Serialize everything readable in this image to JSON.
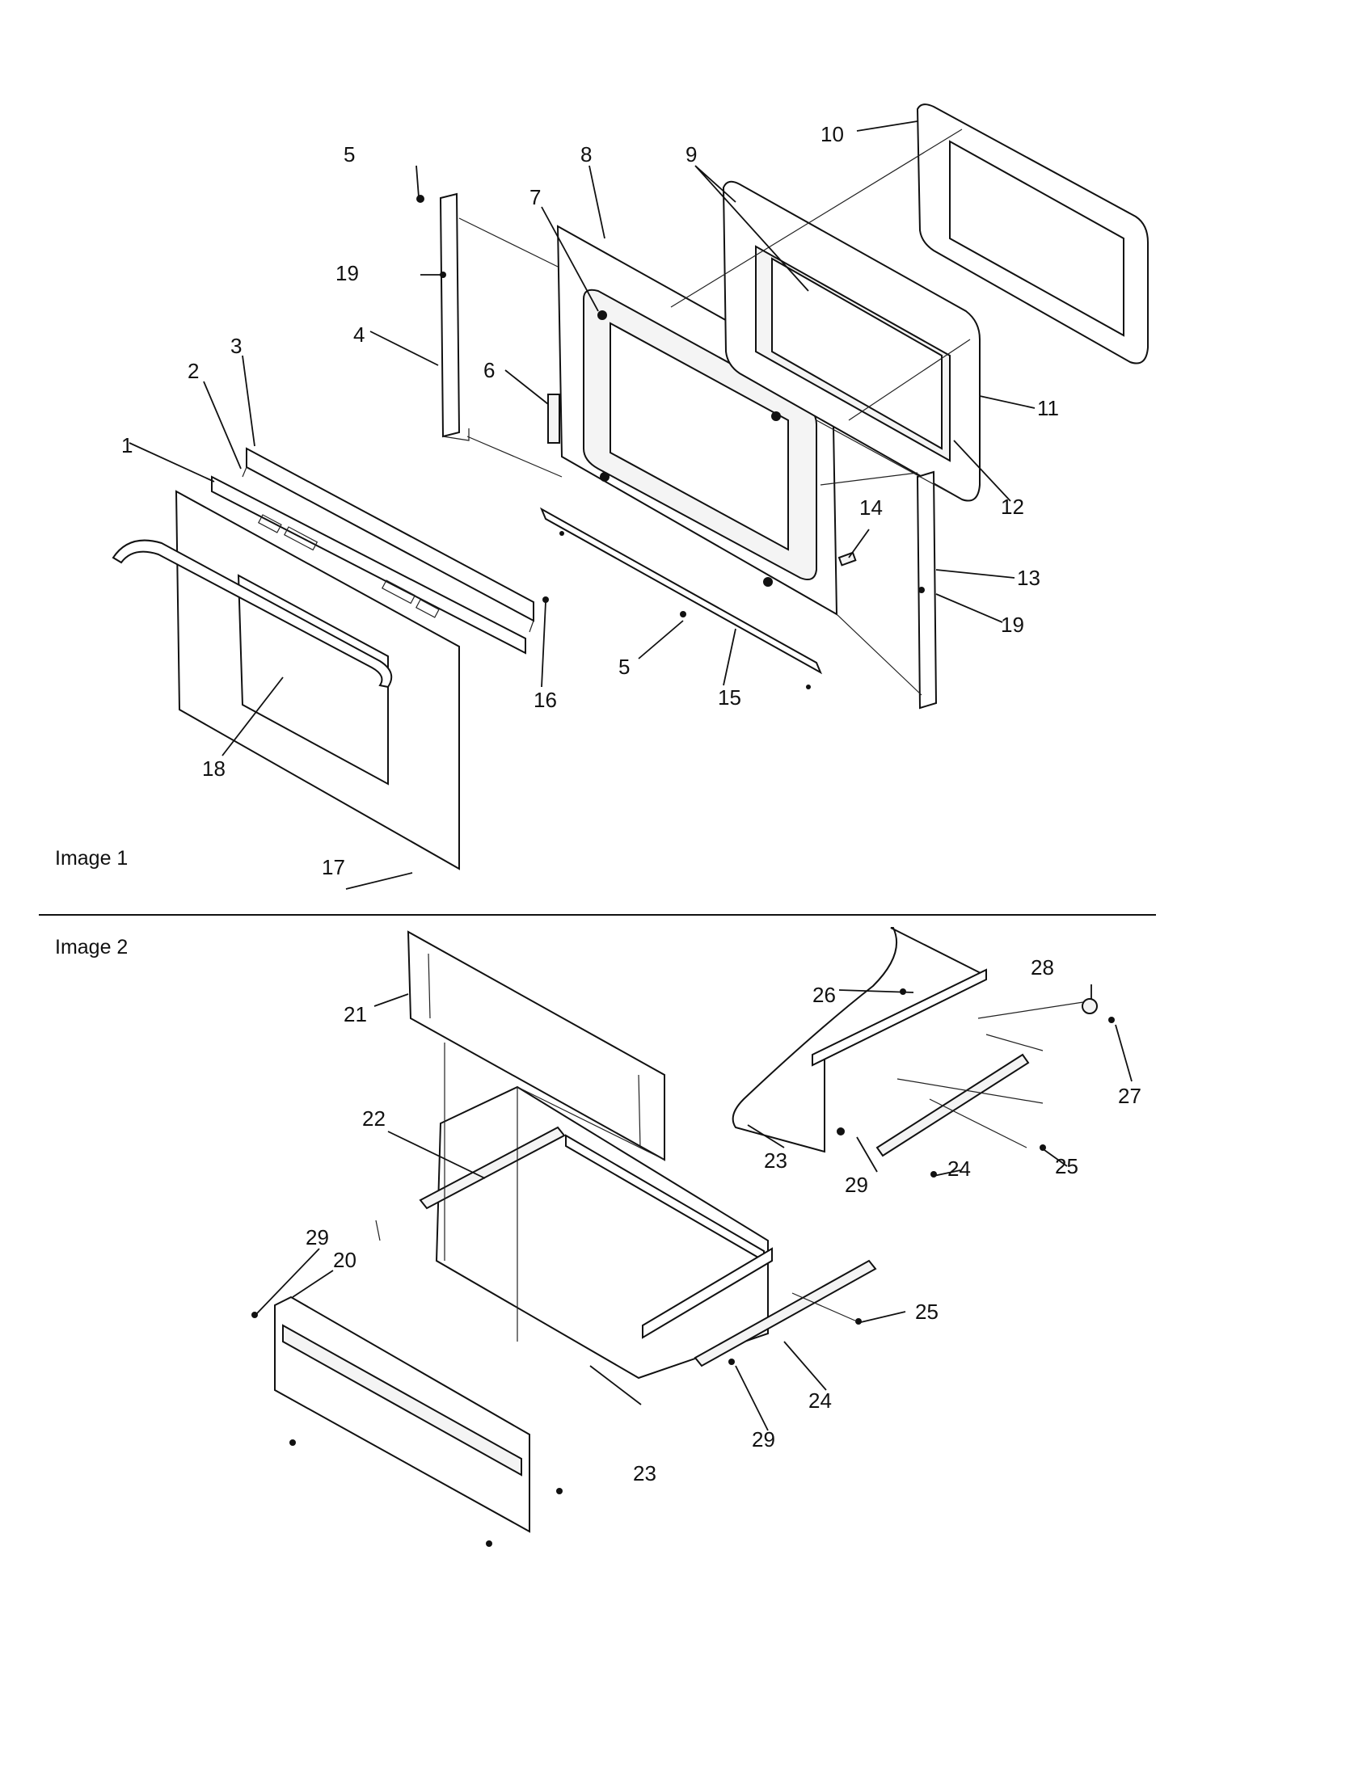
{
  "captions": {
    "image1": "Image 1",
    "image2": "Image 2"
  },
  "callouts": {
    "c1": "1",
    "c2": "2",
    "c3": "3",
    "c4": "4",
    "c5a": "5",
    "c5b": "5",
    "c6": "6",
    "c7": "7",
    "c8": "8",
    "c9": "9",
    "c10": "10",
    "c11": "11",
    "c12": "12",
    "c13": "13",
    "c14": "14",
    "c15": "15",
    "c16": "16",
    "c17": "17",
    "c18": "18",
    "c19a": "19",
    "c19b": "19",
    "c20": "20",
    "c21": "21",
    "c22": "22",
    "c23a": "23",
    "c23b": "23",
    "c24a": "24",
    "c24b": "24",
    "c25a": "25",
    "c25b": "25",
    "c26": "26",
    "c27": "27",
    "c28": "28",
    "c29a": "29",
    "c29b": "29",
    "c29c": "29"
  }
}
